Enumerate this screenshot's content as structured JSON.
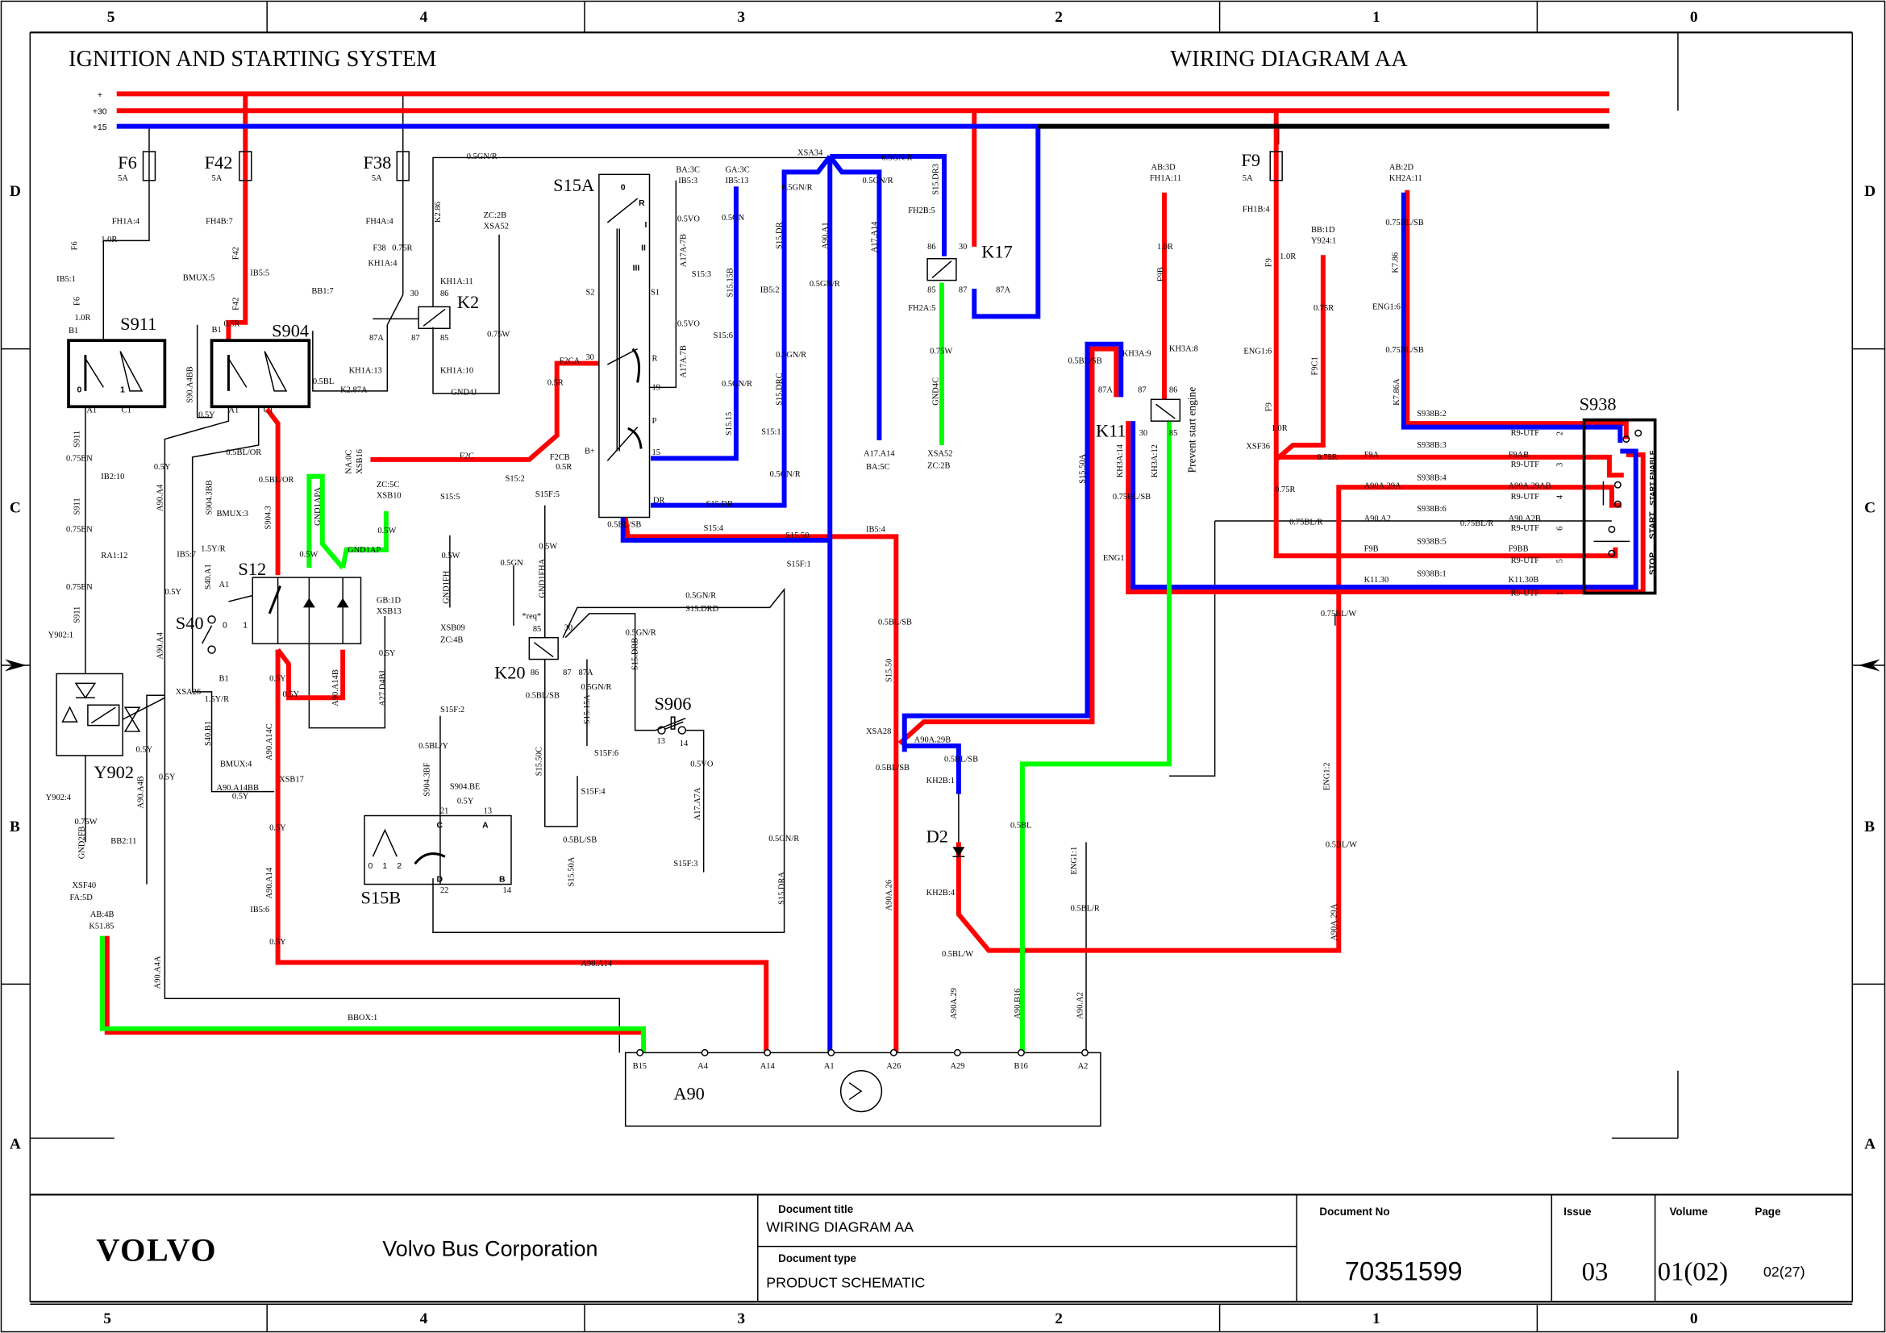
{
  "header": {
    "title": "IGNITION AND STARTING SYSTEM",
    "diagram_name": "WIRING DIAGRAM AA"
  },
  "grid": {
    "columns": [
      "5",
      "4",
      "3",
      "2",
      "1",
      "0"
    ],
    "rows": [
      "D",
      "C",
      "B",
      "A"
    ]
  },
  "bus": {
    "plus": "+",
    "plus30": "+30",
    "plus15": "+15"
  },
  "colors": {
    "wire_red": "#ff0000",
    "wire_blue": "#0000ff",
    "wire_green": "#00ff00",
    "wire_black": "#000000"
  },
  "components": {
    "F6": "F6",
    "F6_rating": "5A",
    "F42": "F42",
    "F42_rating": "5A",
    "F38": "F38",
    "F38_rating": "5A",
    "F9": "F9",
    "F9_rating": "5A",
    "S15A": "S15A",
    "K2": "K2",
    "K17": "K17",
    "S911": "S911",
    "S904": "S904",
    "S12": "S12",
    "S40": "S40",
    "Y902": "Y902",
    "K20": "K20",
    "S906": "S906",
    "S15B": "S15B",
    "D2": "D2",
    "K11": "K11",
    "S938": "S938",
    "A90": "A90"
  },
  "annotations": {
    "prevent_start": "Prevent start engine",
    "s15a_positions": [
      "0",
      "R",
      "I",
      "II",
      "III"
    ],
    "s938_functions": [
      "START ENABLE",
      "START",
      "STOP"
    ],
    "switch_positions": [
      "0",
      "1"
    ],
    "s15b_positions": [
      "0",
      "1",
      "2"
    ],
    "s15b_terminals": [
      "C",
      "A",
      "D",
      "B"
    ]
  },
  "wire_labels": [
    "FH1A:4",
    "1.0R",
    "F6",
    "IB5:1",
    "F6",
    "1.0R",
    "B1",
    "FH4B:7",
    "IB5:5",
    "F42",
    "F42",
    "0.5R",
    "B1",
    "BMUX:5",
    "BB1:7",
    "S90.A4BB",
    "0.5Y",
    "A1",
    "C1",
    "A1",
    "C1",
    "FH4A:4",
    "F38",
    "0.75R",
    "KH1A:4",
    "KH1A:11",
    "30",
    "86",
    "87A",
    "87",
    "85",
    "KH1A:13",
    "KH1A:10",
    "0.5BL",
    "K2.87A",
    "GND4J",
    "0.5GN/R",
    "K2.86",
    "ZC:2B",
    "XSA52",
    "0.75W",
    "S911",
    "0.75BN",
    "IB2:10",
    "S911",
    "0.75BN",
    "RA1:12",
    "0.75BN",
    "S911",
    "Y902:1",
    "Y902:4",
    "0.75W",
    "GND2FB",
    "XSF40",
    "FA:5D",
    "AB:4B",
    "K51.85",
    "0.5Y",
    "A90.A4",
    "IB5:7",
    "0.5Y",
    "A90.A4",
    "XSA26",
    "0.5Y",
    "0.5Y",
    "A90.A4B",
    "BB2:11",
    "A90.A4A",
    "0.5BL/OR",
    "0.5BL/OR",
    "BMUX:3",
    "S904.3BB",
    "1.5Y/R",
    "S40.A1",
    "A1",
    "B1",
    "1.5Y/R",
    "S40.B1",
    "BMUX:4",
    "A90.A14BB",
    "0.5Y",
    "XSB17",
    "S904.3",
    "0.5Y",
    "0.5Y",
    "A90.A14C",
    "0.5Y",
    "A90.A14",
    "IB5:6",
    "0.5Y",
    "A90.A14",
    "A90.A14B",
    "GND1APA",
    "0.5W",
    "GND1AP",
    "0.5W",
    "GB:1D",
    "XSB13",
    "0.5Y",
    "A27.D4BJ",
    "NA:0C",
    "XSB16",
    "F2C",
    "S15:2",
    "ZC:5C",
    "XSB10",
    "S15:5",
    "0.5W",
    "XSB09",
    "ZC:4B",
    "GND1FH",
    "S15F:5",
    "0.5GN",
    "GND1FHA",
    "0.5W",
    "*req*",
    "85",
    "30",
    "86",
    "87",
    "87A",
    "0.5BL/SB",
    "0.5GN/R",
    "S15.15A",
    "S15F:6",
    "S15.50C",
    "S15F:4",
    "0.5BL/SB",
    "S15.50A",
    "0.5GN/R",
    "S15.DRD",
    "0.5GN/R",
    "S15.DRB",
    "13",
    "14",
    "0.5VO",
    "A17.A7A",
    "S15F:3",
    "S15F:1",
    "0.5GN/R",
    "S15.DRA",
    "S15F:2",
    "0.5BL/Y",
    "S904.3BF",
    "S904.BE",
    "0.5Y",
    "21",
    "13",
    "22",
    "14",
    "BA:3C",
    "IB5:3",
    "GA:3C",
    "IB5:13",
    "0.5VO",
    "A17A-7B",
    "S15:3",
    "0.5VO",
    "A17A.7B",
    "0.5GN",
    "S15.15B",
    "S15:6",
    "0.5GN/R",
    "S15.15",
    "S2",
    "S1",
    "30",
    "R",
    "19",
    "P",
    "B+",
    "15",
    "DR",
    "F2CA",
    "0.5R",
    "F2CB",
    "0.5R",
    "0.5BL/SB",
    "S15:4",
    "S15.DR",
    "S15.50",
    "IB5:4",
    "XSA34",
    "0.5GN/R",
    "S15.DR",
    "IB5:2",
    "0.5GN/R",
    "S15.DRC",
    "S15:1",
    "0.5GN/R",
    "A90.A1",
    "0.5GN/R",
    "A17.A14",
    "0.5GN/R",
    "0.5GN/R",
    "A17.A14",
    "BA:5C",
    "FH2B:5",
    "FH2A:5",
    "S15.DR3",
    "86",
    "30",
    "85",
    "87",
    "87A",
    "0.75W",
    "GND4C",
    "XSA52",
    "ZC:2B",
    "0.5BL/SB",
    "S15.50",
    "XSA28",
    "A90A.29B",
    "0.5BL/SB",
    "0.5BL/SB",
    "KH2B:1",
    "KH2B:4",
    "0.5BL/W",
    "A90A.29",
    "A90.B16",
    "0.5BL",
    "A90A.26",
    "ENG1:1",
    "0.5BL/R",
    "A90.A2",
    "AB:3D",
    "FH1A:11",
    "F9B",
    "1.0R",
    "0.5BL/SB",
    "KH3A:9",
    "KH3A:8",
    "87A",
    "87",
    "86",
    "30",
    "85",
    "KH3A:14",
    "KH3A:12",
    "0.75BL/SB",
    "ENG1",
    "S15.50A",
    "FH1B:4",
    "F9",
    "1.0R",
    "ENG1:6",
    "F9",
    "1.0R",
    "XSF36",
    "0.75R",
    "0.75R",
    "BB:1D",
    "Y924:1",
    "0.75R",
    "F9C1",
    "AB:2D",
    "KH2A:11",
    "0.75BL/SB",
    "K7.86",
    "ENG1:6",
    "0.75BL/SB",
    "K7.86A",
    "0.75BL/R",
    "0.75BL/W",
    "ENG1:2",
    "0.5BL/W",
    "A90A.29A",
    "BBOX:1"
  ],
  "s938": {
    "connectors": [
      "S938B:2",
      "S938B:3",
      "S938B:4",
      "S938B:6",
      "S938B:5",
      "S938B:1"
    ],
    "left_wires": [
      "F9A",
      "A90A.29A",
      "A90.A2",
      "F9B",
      "K11.30"
    ],
    "right_wires": [
      "F9AB",
      "A90A.29AB",
      "A90.A2B",
      "F9BB",
      "K11.30B"
    ],
    "part_label": "R9-UTF",
    "pins": [
      "2",
      "3",
      "4",
      "6",
      "5",
      "1"
    ],
    "stop_wire": "0.75BL/R"
  },
  "a90_pins": [
    "B15",
    "A4",
    "A14",
    "A1",
    "A26",
    "A29",
    "B16",
    "A2"
  ],
  "title_block": {
    "logo": "VOLVO",
    "company": "Volvo Bus Corporation",
    "doc_title_label": "Document title",
    "doc_title": "WIRING DIAGRAM AA",
    "doc_type_label": "Document type",
    "doc_type": "PRODUCT SCHEMATIC",
    "doc_no_label": "Document No",
    "doc_no": "70351599",
    "issue_label": "Issue",
    "issue": "03",
    "volume_label": "Volume",
    "volume": "01(02)",
    "page_label": "Page",
    "page": "02(27)"
  }
}
